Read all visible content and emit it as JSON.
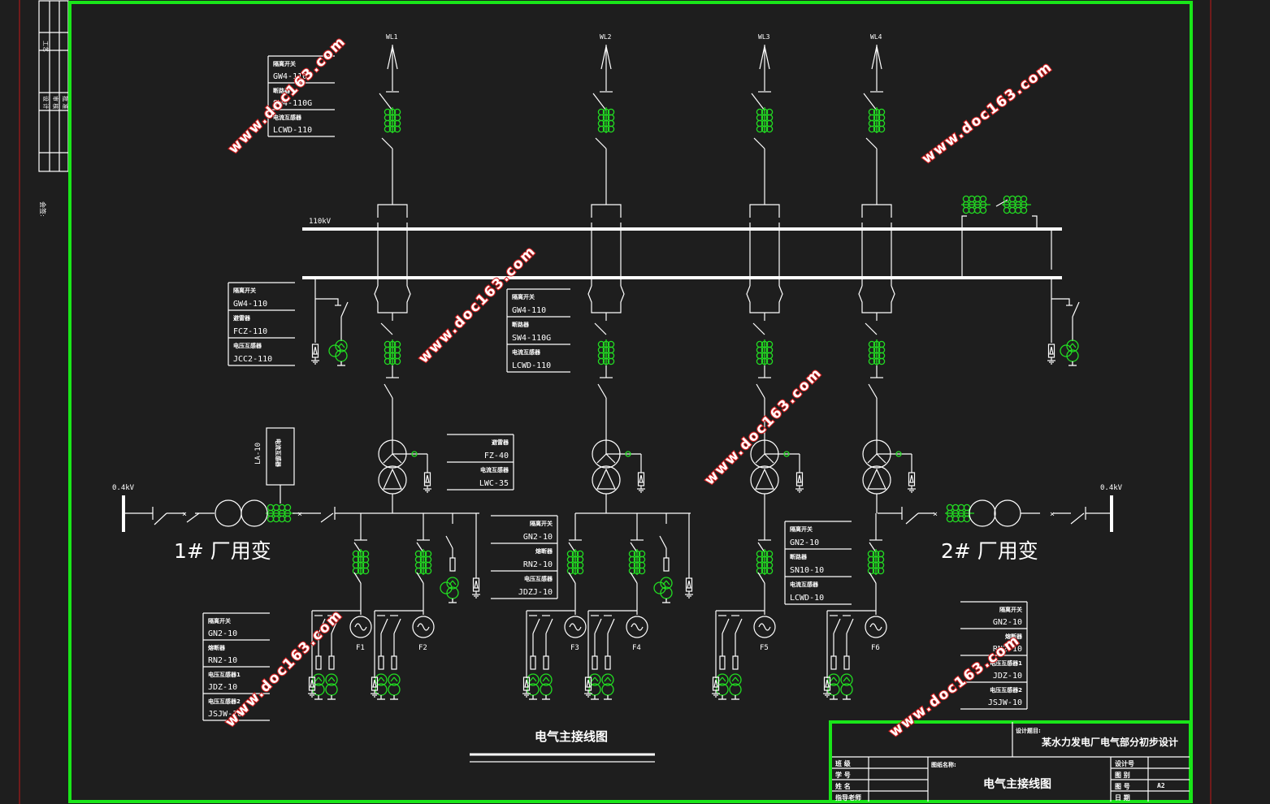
{
  "diagram_title": "电气主接线图",
  "bus_110kv_label": "110kV",
  "lines_out": [
    "WL1",
    "WL2",
    "WL3",
    "WL4"
  ],
  "generators": [
    "F1",
    "F2",
    "F3",
    "F4",
    "F5",
    "F6"
  ],
  "aux_transformers": [
    {
      "name": "1# 厂用变",
      "voltage": "0.4kV"
    },
    {
      "name": "2# 厂用变",
      "voltage": "0.4kV"
    }
  ],
  "equipment_tables": {
    "top_left": [
      {
        "label": "隔离开关",
        "model": "GW4-110"
      },
      {
        "label": "断路器",
        "model": "SW4-110G"
      },
      {
        "label": "电流互感器",
        "model": "LCWD-110"
      }
    ],
    "pt_110": [
      {
        "label": "隔离开关",
        "model": "GW4-110"
      },
      {
        "label": "避雷器",
        "model": "FCZ-110"
      },
      {
        "label": "电压互感器",
        "model": "JCC2-110"
      }
    ],
    "mid_110": [
      {
        "label": "隔离开关",
        "model": "GW4-110"
      },
      {
        "label": "断路器",
        "model": "SW4-110G"
      },
      {
        "label": "电流互感器",
        "model": "LCWD-110"
      }
    ],
    "transformer_neutral": [
      {
        "label": "避雷器",
        "model": "FZ-40"
      },
      {
        "label": "电流互感器",
        "model": "LWC-35"
      }
    ],
    "aux_ct": {
      "label": "电流互感器",
      "model": "LA-10"
    },
    "gen_pt_mid": [
      {
        "label": "隔离开关",
        "model": "GN2-10"
      },
      {
        "label": "熔断器",
        "model": "RN2-10"
      },
      {
        "label": "电压互感器",
        "model": "JDZJ-10"
      }
    ],
    "gen_breaker": [
      {
        "label": "隔离开关",
        "model": "GN2-10"
      },
      {
        "label": "断路器",
        "model": "SN10-10"
      },
      {
        "label": "电流互感器",
        "model": "LCWD-10"
      }
    ],
    "gen_pt_left": [
      {
        "label": "隔离开关",
        "model": "GN2-10"
      },
      {
        "label": "熔断器",
        "model": "RN2-10"
      },
      {
        "label": "电压互感器1",
        "model": "JDZ-10"
      },
      {
        "label": "电压互感器2",
        "model": "JSJW-10"
      }
    ],
    "gen_pt_right": [
      {
        "label": "隔离开关",
        "model": "GN2-10"
      },
      {
        "label": "熔断器",
        "model": "RN2-10"
      },
      {
        "label": "电压互感器1",
        "model": "JDZ-10"
      },
      {
        "label": "电压互感器2",
        "model": "JSJW-10"
      }
    ]
  },
  "title_block": {
    "project_label": "设计题目:",
    "project_title": "某水力发电厂电气部分初步设计",
    "drawing_name_label": "图纸名称:",
    "drawing_name": "电气主接线图",
    "left_rows": [
      "班 级",
      "学 号",
      "姓 名",
      "指导老师"
    ],
    "right_rows": [
      {
        "label": "设计号",
        "value": ""
      },
      {
        "label": "图 别",
        "value": ""
      },
      {
        "label": "图 号",
        "value": "A2"
      },
      {
        "label": "日 期",
        "value": ""
      }
    ]
  },
  "side_strip": {
    "labels": [
      "工艺",
      "设 计",
      "审 核",
      "批 准",
      "会签:"
    ]
  },
  "watermark": "www.doc163.com",
  "colors": {
    "background": "#1e1e1e",
    "frame": "#19e619",
    "lines": "#ffffff",
    "symbols": "#22dd22",
    "watermark": "#d02020",
    "margin_line": "#8b1a1a"
  }
}
